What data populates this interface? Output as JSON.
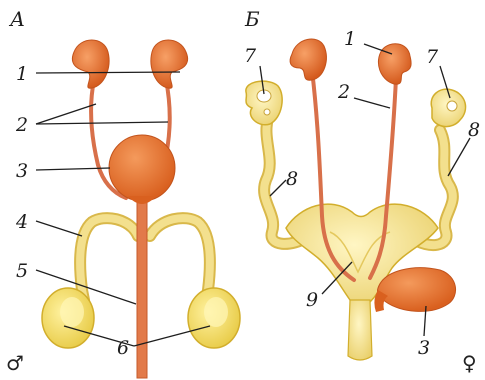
{
  "panels": {
    "male": {
      "title": "А",
      "sex_symbol": "♂",
      "labels": {
        "kidney": "1",
        "ureter": "2",
        "bladder": "3",
        "vas_deferens": "4",
        "urethra": "5",
        "testis": "6"
      }
    },
    "female": {
      "title": "Б",
      "sex_symbol": "♀",
      "labels": {
        "kidney": "1",
        "ureter": "2",
        "bladder": "3",
        "ovary_left": "7",
        "ovary_right": "7",
        "oviduct_left": "8",
        "oviduct_right": "8",
        "uterus": "9"
      }
    }
  },
  "colors": {
    "kidney": "#e06a2a",
    "duct_red": "#d8704a",
    "bladder": "#e2702c",
    "yellow": "#f1dd8a",
    "yellow_edge": "#d9b84a"
  }
}
